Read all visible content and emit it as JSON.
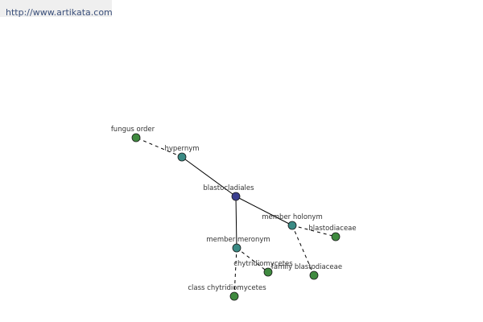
{
  "header": {
    "url": "http://www.artikata.com"
  },
  "graph": {
    "colors": {
      "center": "#3b3f8f",
      "relation": "#3a8a84",
      "term": "#3f8a3f",
      "edge": "#000000"
    },
    "nodes": [
      {
        "id": "center",
        "label": "blastocladiales",
        "kind": "center"
      },
      {
        "id": "hypernym",
        "label": "hypernym",
        "kind": "relation"
      },
      {
        "id": "member-holonym",
        "label": "member holonym",
        "kind": "relation"
      },
      {
        "id": "member-meronym",
        "label": "member meronym",
        "kind": "relation"
      },
      {
        "id": "fungus-order",
        "label": "fungus order",
        "kind": "term"
      },
      {
        "id": "blastodiaceae",
        "label": "blastodiaceae",
        "kind": "term"
      },
      {
        "id": "family-blastodiaceae",
        "label": "family blastodiaceae",
        "kind": "term"
      },
      {
        "id": "chytridiomycetes",
        "label": "chytridiomycetes",
        "kind": "term"
      },
      {
        "id": "class-chytridiomycetes",
        "label": "class chytridiomycetes",
        "kind": "term"
      }
    ],
    "edges": [
      {
        "from": "center",
        "to": "hypernym",
        "style": "solid"
      },
      {
        "from": "center",
        "to": "member-holonym",
        "style": "solid"
      },
      {
        "from": "center",
        "to": "member-meronym",
        "style": "solid"
      },
      {
        "from": "hypernym",
        "to": "fungus-order",
        "style": "dashed"
      },
      {
        "from": "member-holonym",
        "to": "blastodiaceae",
        "style": "dashed"
      },
      {
        "from": "member-holonym",
        "to": "family-blastodiaceae",
        "style": "dashed"
      },
      {
        "from": "member-meronym",
        "to": "chytridiomycetes",
        "style": "dashed"
      },
      {
        "from": "member-meronym",
        "to": "class-chytridiomycetes",
        "style": "dashed"
      }
    ]
  }
}
